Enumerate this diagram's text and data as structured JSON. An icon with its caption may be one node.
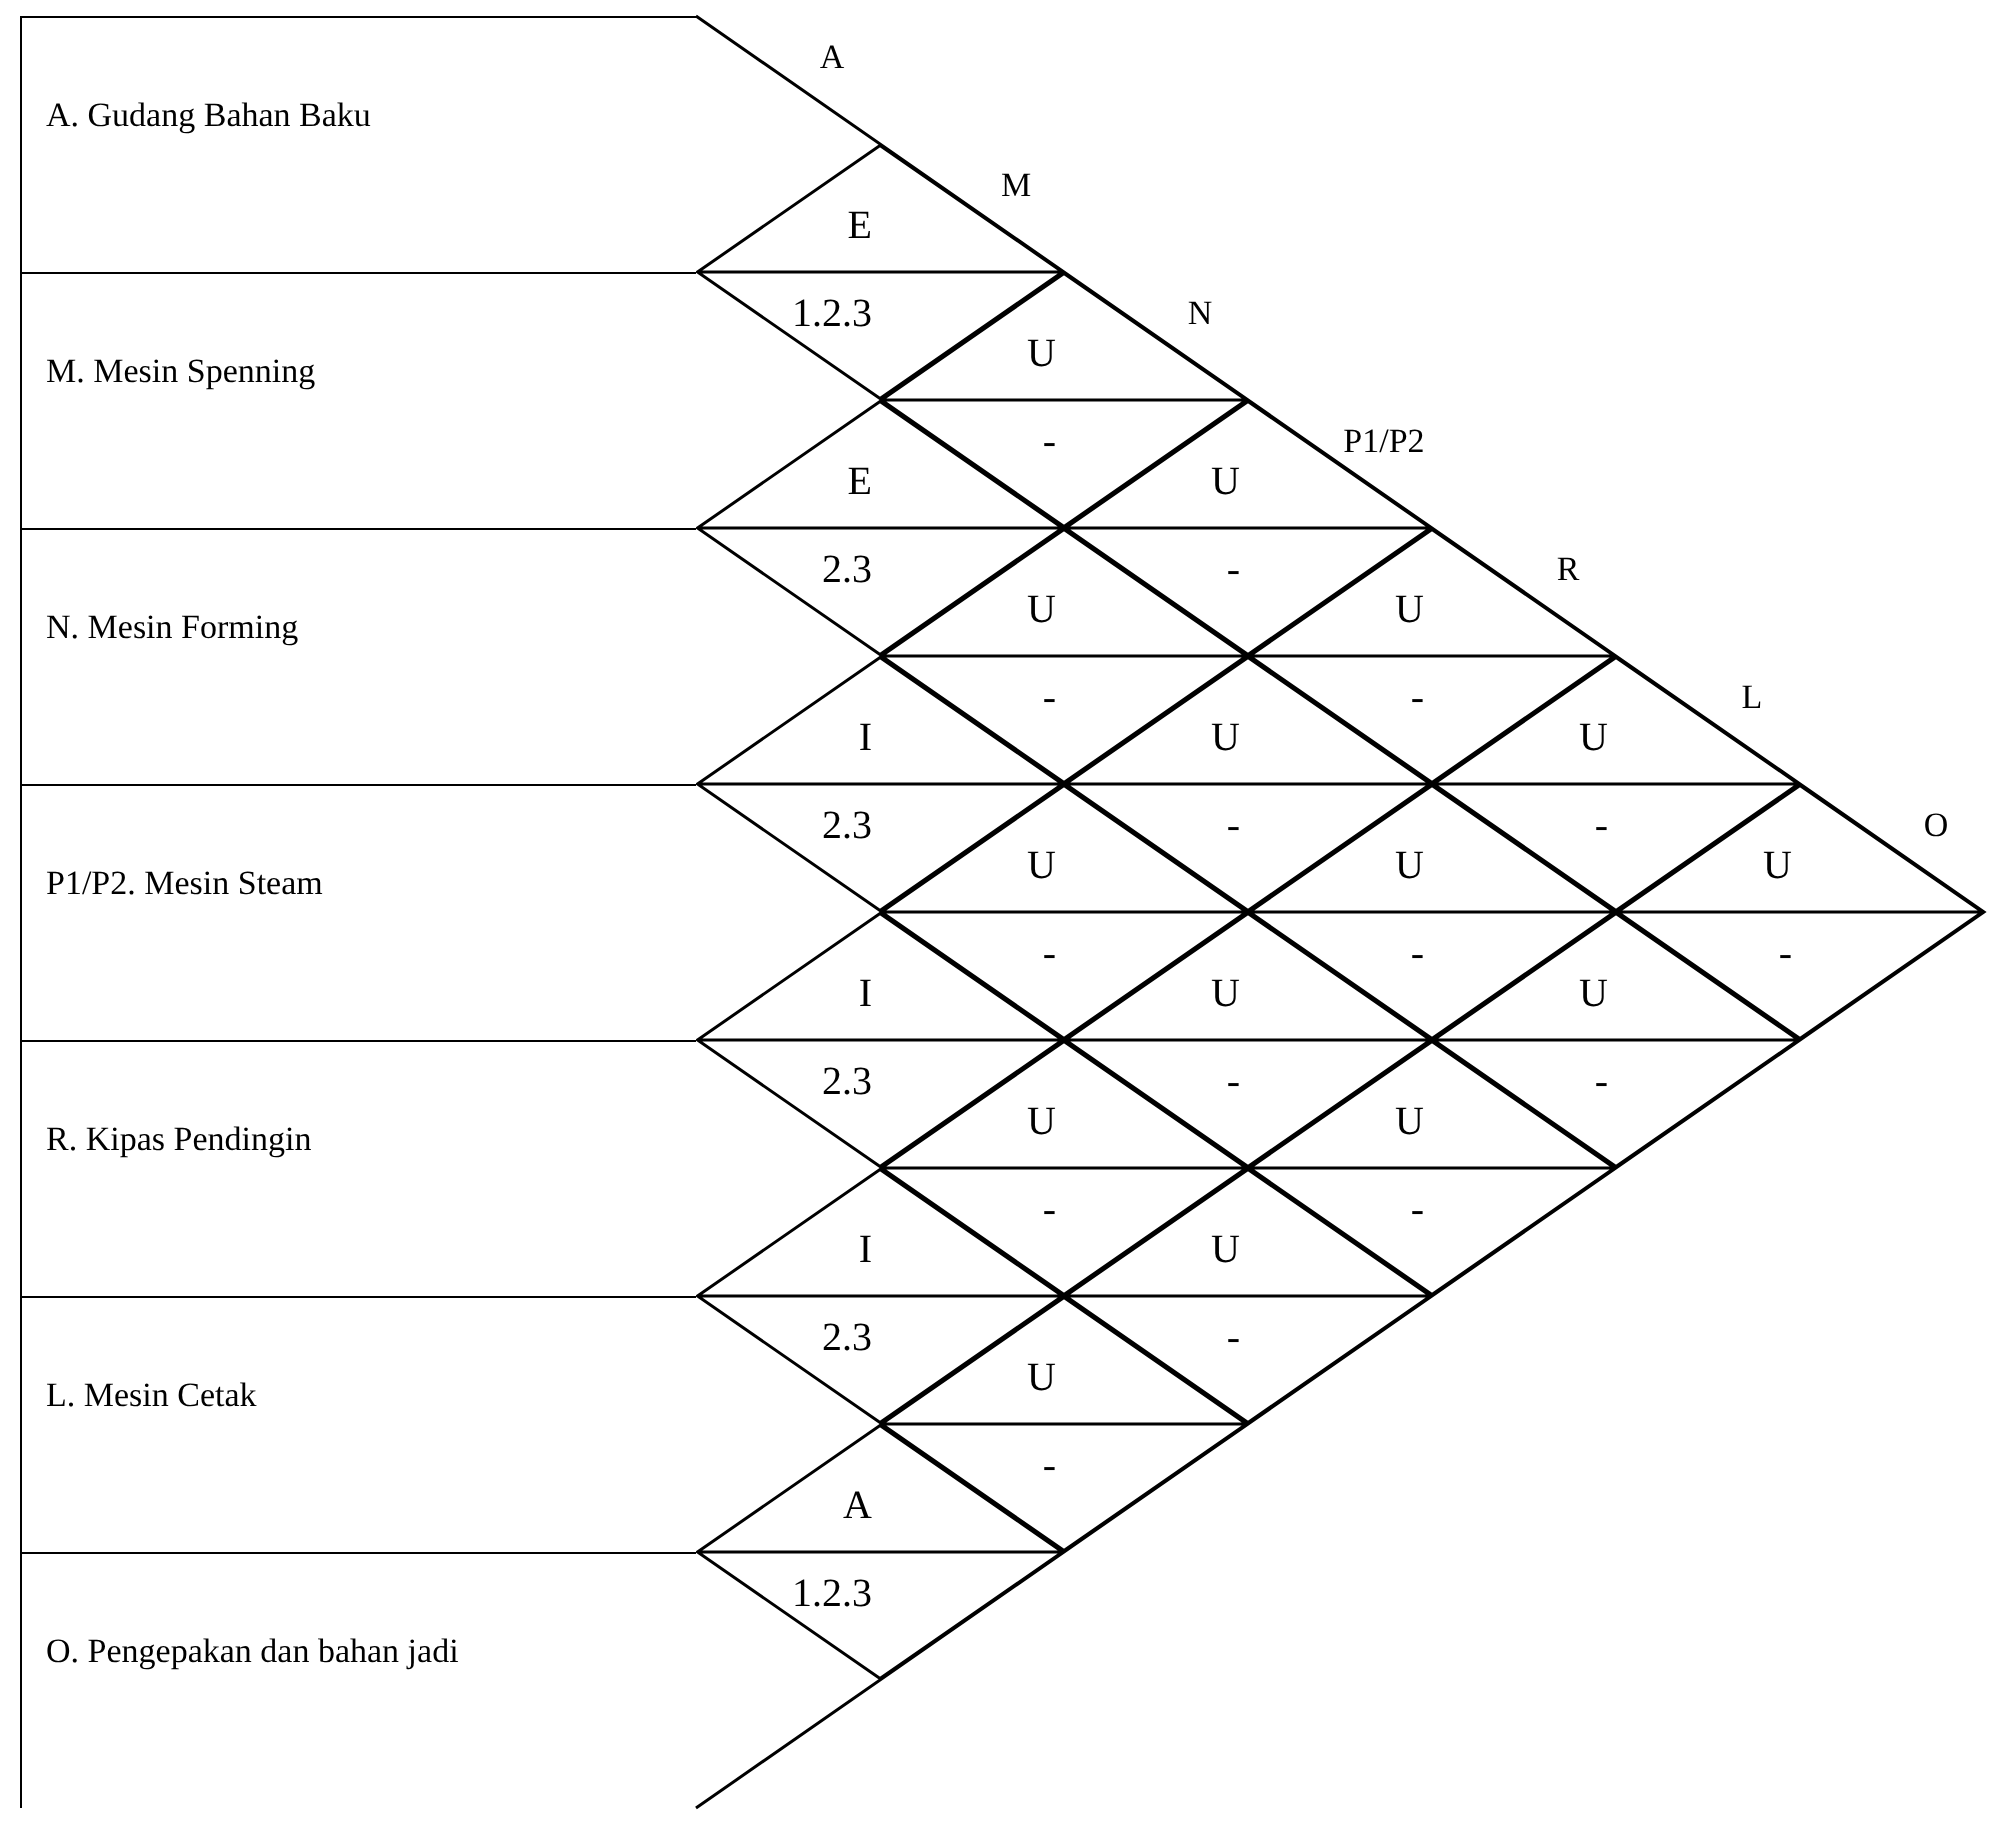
{
  "diagram": {
    "nodes": [
      {
        "text": [
          "A. Gudang Bahan Baku"
        ]
      },
      {
        "text": [
          "M. Mesin Spenning"
        ]
      },
      {
        "text": [
          "N. Mesin Forming"
        ]
      },
      {
        "text": [
          "P1/P2. Mesin Steam"
        ]
      },
      {
        "text": [
          "R. Kipas Pendingin"
        ]
      },
      {
        "text": [
          "L. Mesin Cetak"
        ]
      },
      {
        "text": [
          "O. Pengepakan dan bahan jadi"
        ]
      },
      {
        "text": [
          "E",
          "1.2.3"
        ]
      },
      {
        "text": [
          "U",
          "-"
        ]
      },
      {
        "text": [
          "U",
          "-"
        ]
      },
      {
        "text": [
          "U",
          "-"
        ]
      },
      {
        "text": [
          "U",
          "-"
        ]
      },
      {
        "text": [
          "U",
          "-"
        ]
      },
      {
        "text": [
          "E",
          "2.3"
        ]
      },
      {
        "text": [
          "U",
          "-"
        ]
      },
      {
        "text": [
          "U",
          "-"
        ]
      },
      {
        "text": [
          "U",
          "-"
        ]
      },
      {
        "text": [
          "U",
          "-"
        ]
      },
      {
        "text": [
          "I",
          "2.3"
        ]
      },
      {
        "text": [
          "U",
          "-"
        ]
      },
      {
        "text": [
          "U",
          "-"
        ]
      },
      {
        "text": [
          "U",
          "-"
        ]
      },
      {
        "text": [
          "I",
          "2.3"
        ]
      },
      {
        "text": [
          "U",
          "-"
        ]
      },
      {
        "text": [
          "U",
          "-"
        ]
      },
      {
        "text": [
          "I",
          "2.3"
        ]
      },
      {
        "text": [
          "U",
          "-"
        ]
      },
      {
        "text": [
          "A",
          "1.2.3"
        ]
      }
    ],
    "labels": [
      "A",
      "M",
      "N",
      "P1/P2",
      "R",
      "L",
      "O"
    ]
  }
}
